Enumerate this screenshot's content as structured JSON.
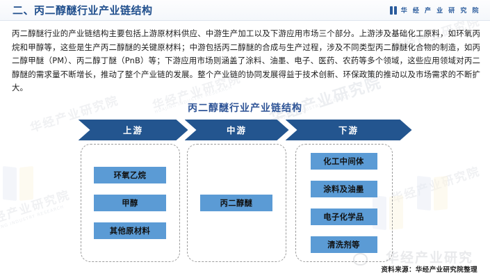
{
  "header": {
    "title": "二、丙二醇醚行业产业链结构",
    "brand_icon": "book-logo-icon",
    "brand_text": "华 经 产 业 研 究 院"
  },
  "article": {
    "paragraph": "丙二醇醚行业的产业链结构主要包括上游原材料供应、中游生产加工以及下游应用市场三个部分。上游涉及基础化工原料，如环氧丙烷和甲醇等，这些是生产丙二醇醚的关键原材料；中游包括丙二醇醚的合成与生产过程，涉及不同类型丙二醇醚化合物的制造，如丙二醇甲醚（PM）、丙二醇丁醚（PnB）等；下游应用市场则涵盖了涂料、油墨、电子、医药、农药等多个领域，这些应用领域对丙二醇醚的需求量不断增长，推动了整个产业链的发展。整个产业链的协同发展得益于技术创新、环保政策的推动以及市场需求的不断扩大。"
  },
  "figure": {
    "title": "丙二醇醚行业产业链结构",
    "stages": [
      {
        "label": "上游",
        "nodes": [
          "环氧乙烷",
          "甲醇",
          "其他原材料"
        ]
      },
      {
        "label": "中游",
        "nodes": [
          "丙二醇醚"
        ]
      },
      {
        "label": "下游",
        "nodes": [
          "化工中间体",
          "涂料及油墨",
          "电子化学品",
          "清洗剂等"
        ]
      }
    ]
  },
  "footer": {
    "source": "资料来源：华经产业研究院整理"
  },
  "watermarks": {
    "text": "华经产业研究院",
    "sub": "HUAJING INDUSTRY RESEARCH",
    "weibo": "华经产业研究"
  },
  "colors": {
    "header_title": "#1f4e8c",
    "brand": "#2a5b9c",
    "arrow_fill": "#23558f",
    "node_fill": "#5b9bd5",
    "figure_title": "#2f5597",
    "panel_border": "#9b9b9b"
  }
}
